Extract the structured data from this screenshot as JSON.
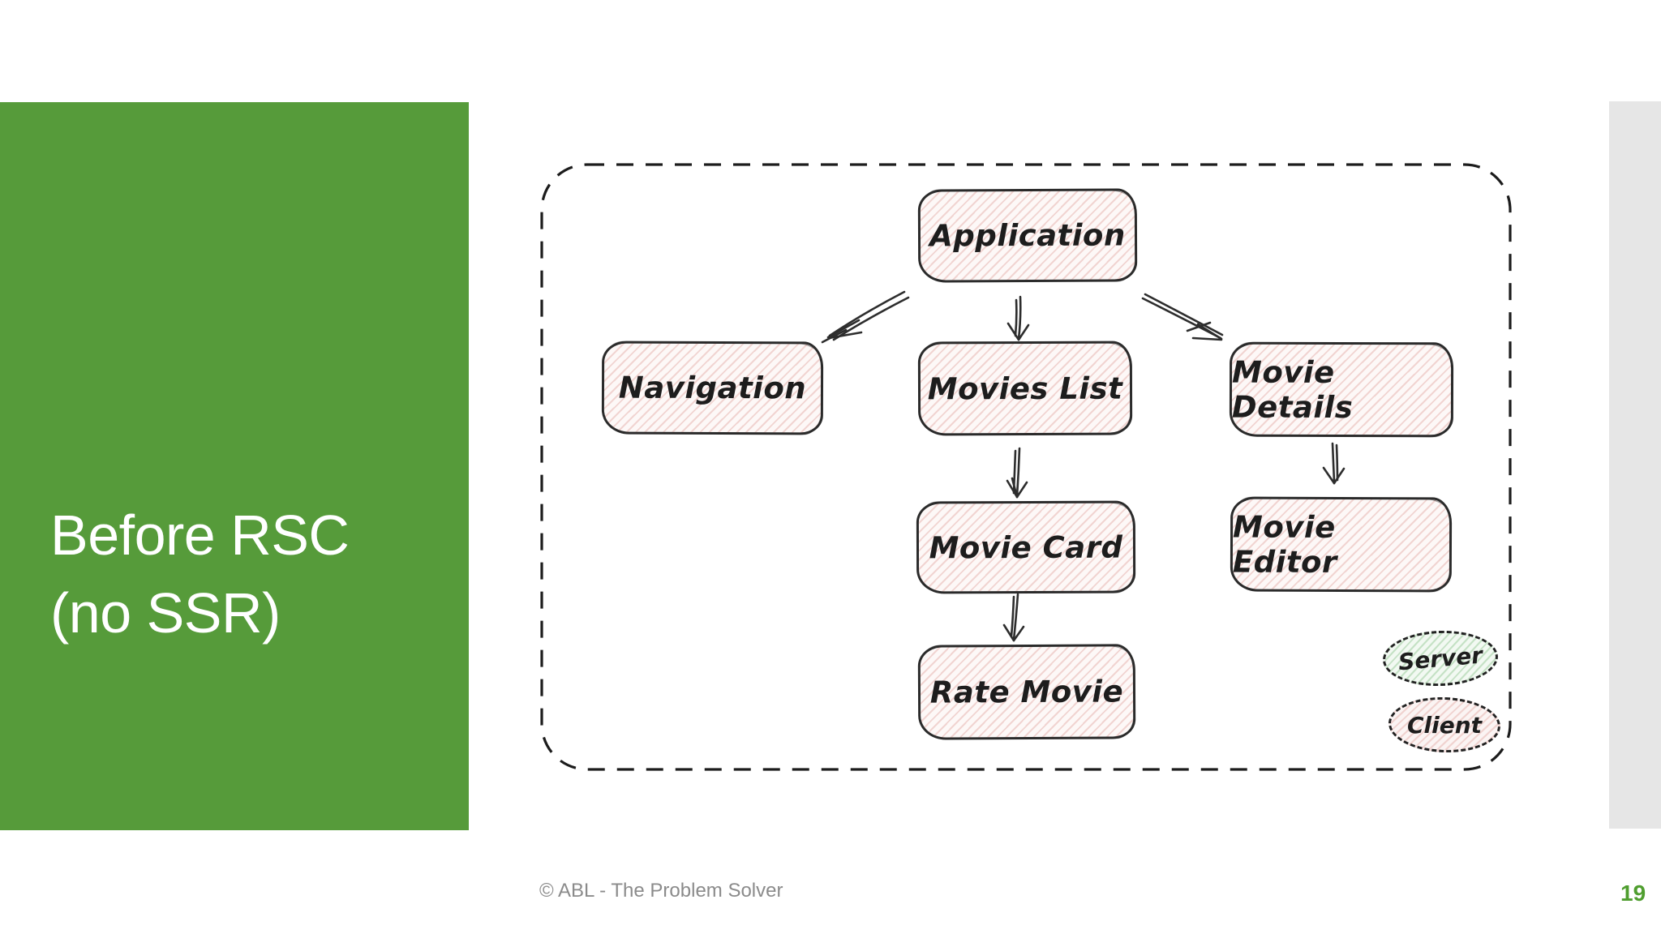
{
  "slide": {
    "title": {
      "line1": "Before RSC",
      "line2": "(no SSR)"
    },
    "footer_text": "© ABL - The Problem Solver",
    "page_number": "19"
  },
  "diagram": {
    "nodes": [
      {
        "id": "application",
        "label": "Application"
      },
      {
        "id": "navigation",
        "label": "Navigation"
      },
      {
        "id": "movies-list",
        "label": "Movies List"
      },
      {
        "id": "movie-details",
        "label": "Movie Details"
      },
      {
        "id": "movie-card",
        "label": "Movie Card"
      },
      {
        "id": "movie-editor",
        "label": "Movie Editor"
      },
      {
        "id": "rate-movie",
        "label": "Rate Movie"
      }
    ],
    "edges": [
      {
        "from": "Application",
        "to": "Navigation"
      },
      {
        "from": "Application",
        "to": "Movies List"
      },
      {
        "from": "Application",
        "to": "Movie Details"
      },
      {
        "from": "Movies List",
        "to": "Movie Card"
      },
      {
        "from": "Movie Details",
        "to": "Movie Editor"
      },
      {
        "from": "Movie Card",
        "to": "Rate Movie"
      }
    ],
    "legend": [
      {
        "id": "server",
        "label": "Server"
      },
      {
        "id": "client",
        "label": "Client"
      }
    ]
  },
  "colors": {
    "sidebar_green": "#569B3A",
    "page_number_green": "#4F9E2F",
    "edge_strip_gray": "#E6E6E6",
    "sketch_ink": "#2B2B2B",
    "footer_gray": "#8B8B8B",
    "node_fill_pink": "#FDF8F7",
    "server_fill_green": "#F2F9F2",
    "client_fill_pink": "#FBF4F3"
  }
}
